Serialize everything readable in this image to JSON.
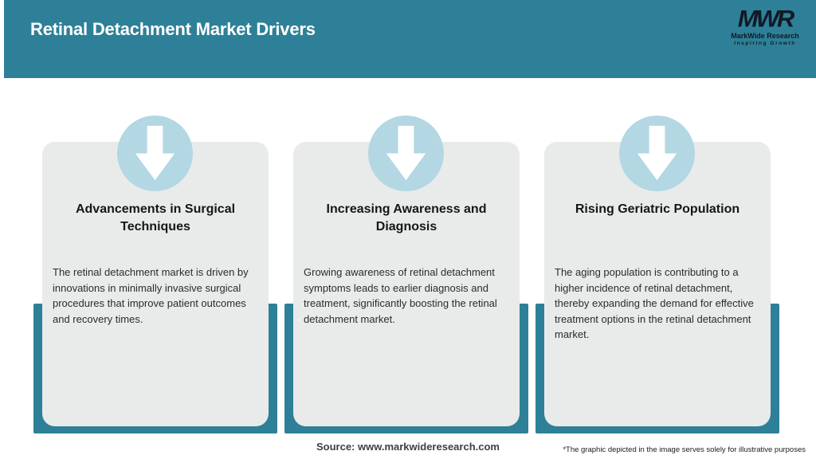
{
  "header": {
    "title": "Retinal Detachment Market Drivers",
    "logo": {
      "monogram": "MWR",
      "name": "MarkWide Research",
      "tagline": "Inspiring Growth"
    }
  },
  "cards": [
    {
      "icon": "down-arrow-icon",
      "title": "Advancements in Surgical Techniques",
      "body": "The retinal detachment market is driven by innovations in minimally invasive surgical procedures that improve patient outcomes and recovery times."
    },
    {
      "icon": "down-arrow-icon",
      "title": "Increasing Awareness and Diagnosis",
      "body": "Growing awareness of retinal detachment symptoms leads to earlier diagnosis and treatment, significantly boosting the retinal detachment market."
    },
    {
      "icon": "down-arrow-icon",
      "title": "Rising Geriatric Population",
      "body": "The aging population is contributing to a higher incidence of retinal detachment, thereby expanding the demand for effective treatment options in the retinal detachment market."
    }
  ],
  "footer": {
    "source": "Source: www.markwideresearch.com",
    "disclaimer": "*The graphic depicted in the image serves solely for illustrative purposes"
  },
  "colors": {
    "teal": "#2E8098",
    "card_gray": "#E9EBEA",
    "circle_blue": "#B3D7E3",
    "arrow_white": "#FFFFFF",
    "logo_dark": "#101A24"
  }
}
